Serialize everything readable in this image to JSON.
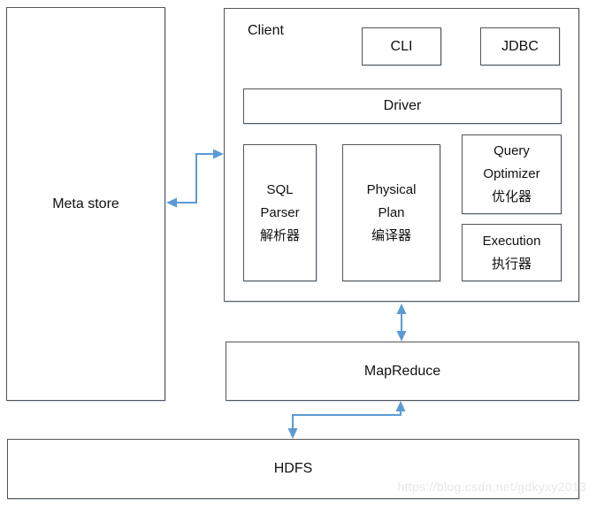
{
  "colors": {
    "background": "#ffffff",
    "box_border": "#555555",
    "arrow": "#5b9bd5",
    "text": "#111111",
    "watermark": "#e8e8e8"
  },
  "boxes": {
    "meta_store": {
      "label": "Meta store"
    },
    "client": {
      "label": "Client"
    },
    "cli": {
      "label": "CLI"
    },
    "jdbc": {
      "label": "JDBC"
    },
    "driver": {
      "label": "Driver"
    },
    "sql_parser": {
      "line1": "SQL",
      "line2": "Parser",
      "line3": "解析器"
    },
    "physical_plan": {
      "line1": "Physical",
      "line2": "Plan",
      "line3": "编译器"
    },
    "query_optimizer": {
      "line1": "Query",
      "line2": "Optimizer",
      "line3": "优化器"
    },
    "execution": {
      "line1": "Execution",
      "line2": "执行器"
    },
    "mapreduce": {
      "label": "MapReduce"
    },
    "hdfs": {
      "label": "HDFS"
    }
  },
  "connections": [
    {
      "from": "Meta store",
      "to": "Client",
      "type": "bidirectional"
    },
    {
      "from": "Client",
      "to": "MapReduce",
      "type": "bidirectional"
    },
    {
      "from": "MapReduce",
      "to": "HDFS",
      "type": "bidirectional"
    }
  ],
  "watermark": "https://blog.csdn.net/gdkyxy2013"
}
